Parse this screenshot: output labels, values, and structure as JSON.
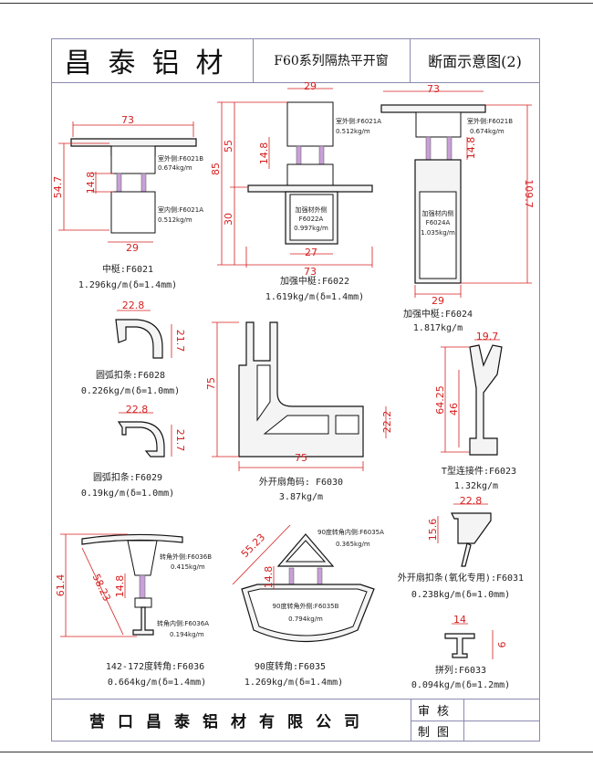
{
  "header": {
    "brand": "昌泰铝材",
    "series": "F60系列隔热平开窗",
    "sheet_title": "断面示意图(2)"
  },
  "footer": {
    "company": "营口昌泰铝材有限公司",
    "review_label": "审核",
    "drawn_label": "制图"
  },
  "profiles": {
    "f6021": {
      "name": "中梃:F6021",
      "weight": "1.296kg/m(δ=1.4mm)",
      "outer": "室外侧:F6021B",
      "outer_w": "0.674kg/m",
      "inner": "室内侧:F6021A",
      "inner_w": "0.512kg/m",
      "dims": {
        "width": "73",
        "height": "54.7",
        "gap": "14.8",
        "base": "29"
      }
    },
    "f6022": {
      "name": "加强中梃:F6022",
      "weight": "1.619kg/m(δ=1.4mm)",
      "part": "室外侧:F6021A",
      "part_w": "0.512kg/m",
      "insert": "加强材外侧",
      "insert_code": "F6022A",
      "insert_w": "0.997kg/m",
      "dims": {
        "top": "29",
        "h1": "85",
        "h2": "55",
        "h3": "30",
        "gap": "14.8",
        "inner": "27",
        "width": "73"
      }
    },
    "f6024": {
      "name": "加强中梃:F6024",
      "weight": "1.817kg/m",
      "part": "室外侧:F6021B",
      "part_w": "0.674kg/m",
      "insert": "加强材内侧",
      "insert_code": "F6024A",
      "insert_w": "1.035kg/m",
      "dims": {
        "width": "73",
        "height": "109.7",
        "gap": "14.8",
        "base": "29"
      }
    },
    "f6028": {
      "name": "圆弧扣条:F6028",
      "weight": "0.226kg/m(δ=1.0mm)",
      "dims": {
        "w": "22.8",
        "h": "21.7"
      }
    },
    "f6029": {
      "name": "圆弧扣条:F6029",
      "weight": "0.19kg/m(δ=1.0mm)",
      "dims": {
        "w": "22.8",
        "h": "21.7"
      }
    },
    "f6030": {
      "name": "外开扇角码: F6030",
      "weight": "3.87kg/m",
      "dims": {
        "h": "75",
        "w": "75",
        "t": "22.2"
      }
    },
    "f6023": {
      "name": "T型连接件:F6023",
      "weight": "1.32kg/m",
      "dims": {
        "w": "19.7",
        "h1": "64.25",
        "h2": "46"
      }
    },
    "f6031": {
      "name": "外开扇扣条(氧化专用):F6031",
      "weight": "0.238kg/m(δ=1.0mm)",
      "dims": {
        "w": "22.8",
        "h": "15.6"
      }
    },
    "f6033": {
      "name": "拼列:F6033",
      "weight": "0.094kg/m(δ=1.2mm)",
      "dims": {
        "w": "14",
        "h": "9"
      }
    },
    "f6036": {
      "name": "142-172度转角:F6036",
      "weight": "0.664kg/m(δ=1.4mm)",
      "outer": "转角外侧:F6036B",
      "outer_w": "0.415kg/m",
      "inner": "转角内侧:F6036A",
      "inner_w": "0.194kg/m",
      "dims": {
        "h": "61.4",
        "diag": "58.23",
        "gap": "14.8"
      }
    },
    "f6035": {
      "name": "90度转角:F6035",
      "weight": "1.269kg/m(δ=1.4mm)",
      "inner": "90度转角内侧:F6035A",
      "inner_w": "0.365kg/m",
      "outer": "90度转角外侧:F6035B",
      "outer_w": "0.794kg/m",
      "dims": {
        "diag": "55.23",
        "gap": "14.8"
      }
    }
  },
  "colors": {
    "dimension": "#d62020",
    "frame": "#8a8ab0",
    "thermal_strip": "#c9a0d8"
  }
}
